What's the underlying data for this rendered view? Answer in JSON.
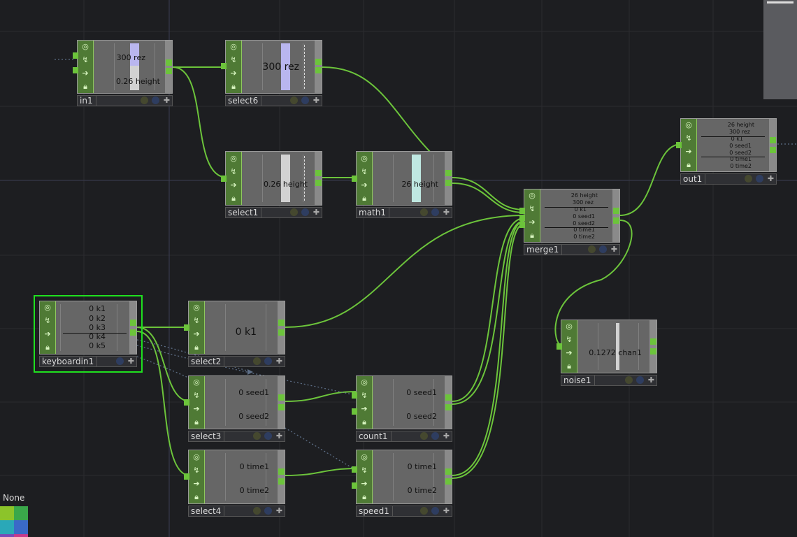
{
  "colors": {
    "background": "#1d1e21",
    "wire": "#6cc43b",
    "selection": "#1fe01f",
    "bar_rez": "#b9b6ef",
    "bar_height": "#bfe8e1",
    "bar_gray": "#d2d2d2"
  },
  "nodes": {
    "in1": {
      "name": "in1",
      "values": [
        "300 rez",
        "0.26 height"
      ]
    },
    "select6": {
      "name": "select6",
      "values": [
        "300 rez"
      ]
    },
    "select1": {
      "name": "select1",
      "values": [
        "0.26 height"
      ]
    },
    "math1": {
      "name": "math1",
      "values": [
        "26 height"
      ]
    },
    "merge1": {
      "name": "merge1",
      "values": [
        "26 height",
        "300 rez",
        "0 k1",
        "0 seed1",
        "0 seed2",
        "0 time1",
        "0 time2"
      ]
    },
    "out1": {
      "name": "out1",
      "values": [
        "26 height",
        "300 rez",
        "0 k1",
        "0 seed1",
        "0 seed2",
        "0 time1",
        "0 time2"
      ]
    },
    "keyboardin1": {
      "name": "keyboardin1",
      "values": [
        "0 k1",
        "0 k2",
        "0 k3",
        "0 k4",
        "0 k5"
      ]
    },
    "select2": {
      "name": "select2",
      "values": [
        "0 k1"
      ]
    },
    "select3": {
      "name": "select3",
      "values": [
        "0 seed1",
        "0 seed2"
      ]
    },
    "count1": {
      "name": "count1",
      "values": [
        "0 seed1",
        "0 seed2"
      ]
    },
    "select4": {
      "name": "select4",
      "values": [
        "0 time1",
        "0 time2"
      ]
    },
    "speed1": {
      "name": "speed1",
      "values": [
        "0 time1",
        "0 time2"
      ]
    },
    "noise1": {
      "name": "noise1",
      "values": [
        "0.1272 chan1"
      ]
    }
  },
  "palette": {
    "label": "None"
  }
}
